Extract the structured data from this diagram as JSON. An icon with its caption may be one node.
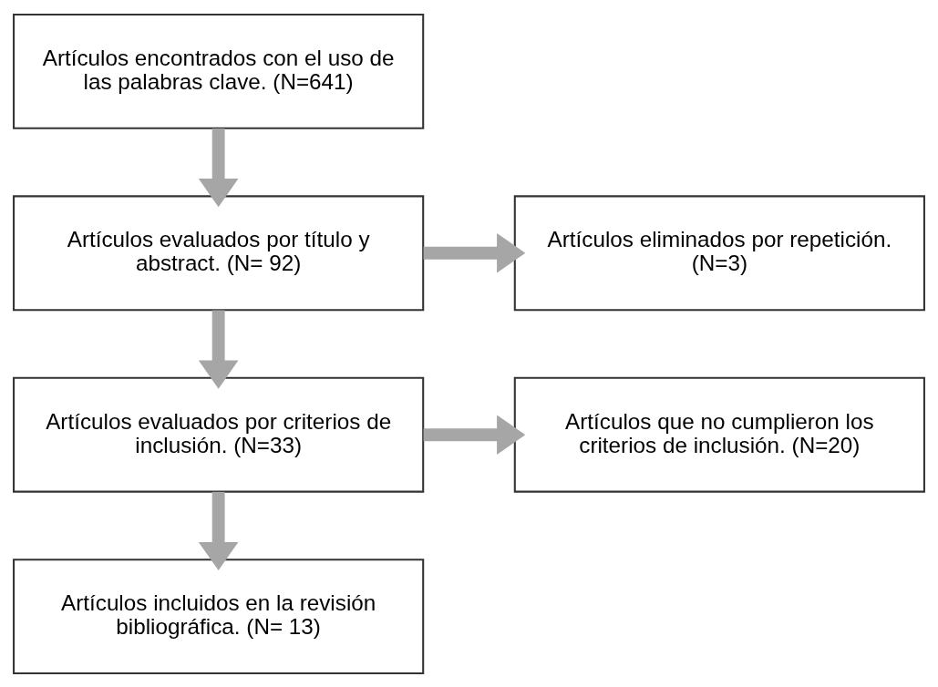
{
  "diagram": {
    "nodes": [
      {
        "text": [
          "Artículos encontrados con el uso de las palabras clave. (N=641)"
        ]
      },
      {
        "text": [
          "Artículos evaluados por título y abstract. (N= 92)"
        ]
      },
      {
        "text": [
          "Artículos eliminados por repetición. (N=3)"
        ]
      },
      {
        "text": [
          "Artículos evaluados por criterios de inclusión. (N=33)"
        ]
      },
      {
        "text": [
          "Artículos que no cumplieron los criterios de inclusión. (N=20)"
        ]
      },
      {
        "text": [
          "Artículos incluidos en la revisión bibliográfica. (N= 13)"
        ]
      }
    ],
    "edges": [
      {
        "from": 0,
        "to": 1,
        "arrow": "to"
      },
      {
        "from": 1,
        "to": 2,
        "arrow": "to"
      },
      {
        "from": 1,
        "to": 3,
        "arrow": "to"
      },
      {
        "from": 3,
        "to": 4,
        "arrow": "to"
      },
      {
        "from": 3,
        "to": 5,
        "arrow": "to"
      }
    ]
  }
}
